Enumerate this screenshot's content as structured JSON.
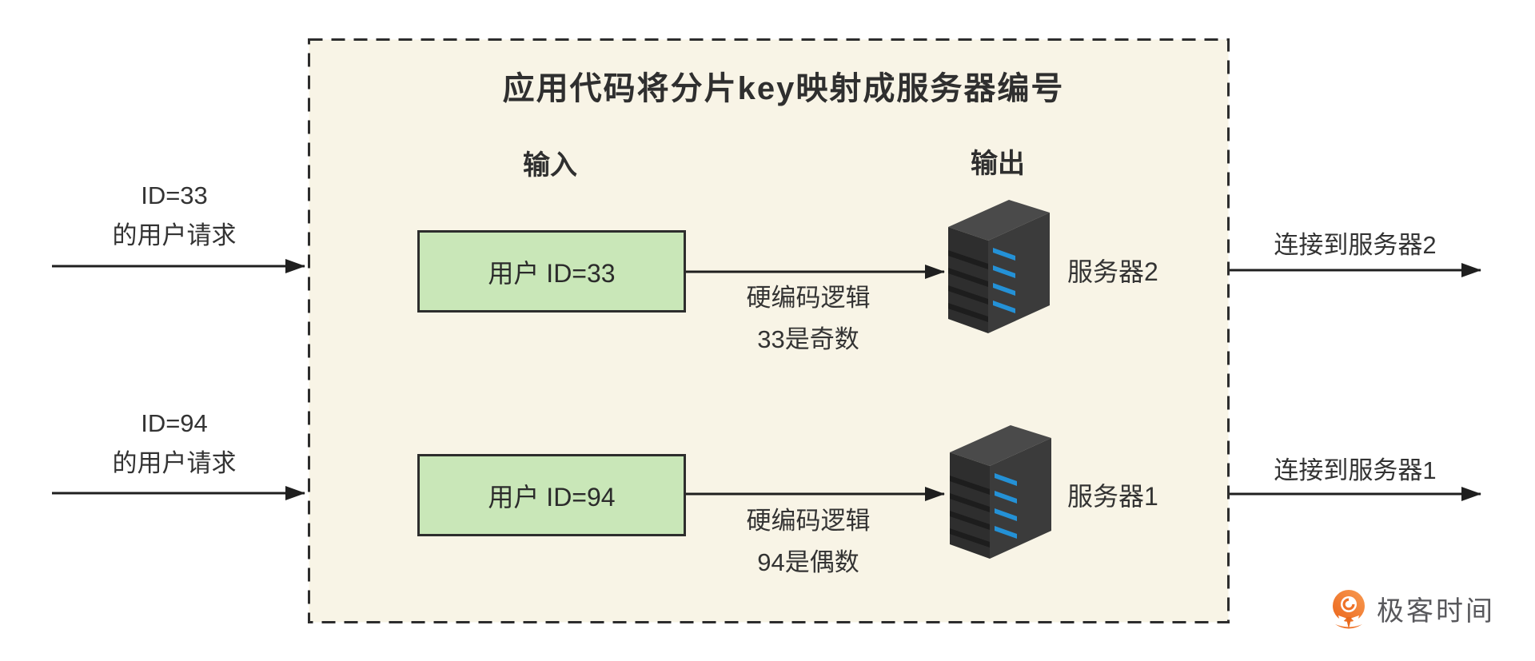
{
  "diagram": {
    "title": "应用代码将分片key映射成服务器编号",
    "columns": {
      "input": "输入",
      "output": "输出"
    },
    "rows": [
      {
        "request_line1": "ID=33",
        "request_line2": "的用户请求",
        "input_box": "用户 ID=33",
        "logic_line1": "硬编码逻辑",
        "logic_line2": "33是奇数",
        "server_label": "服务器2",
        "connect_label": "连接到服务器2"
      },
      {
        "request_line1": "ID=94",
        "request_line2": "的用户请求",
        "input_box": "用户 ID=94",
        "logic_line1": "硬编码逻辑",
        "logic_line2": "94是偶数",
        "server_label": "服务器1",
        "connect_label": "连接到服务器1"
      }
    ]
  },
  "branding": {
    "logo_text": "极客时间"
  },
  "colors": {
    "panel_bg": "#f8f4e6",
    "panel_border": "#2d2d2d",
    "input_box_green": "#c9e7b8",
    "arrow_black": "#1f1f1f",
    "server_body_dark": "#343434",
    "server_stripe_blue": "#2491d6",
    "brand_orange": "#ee7024",
    "logo_text_gray": "#58585c"
  }
}
